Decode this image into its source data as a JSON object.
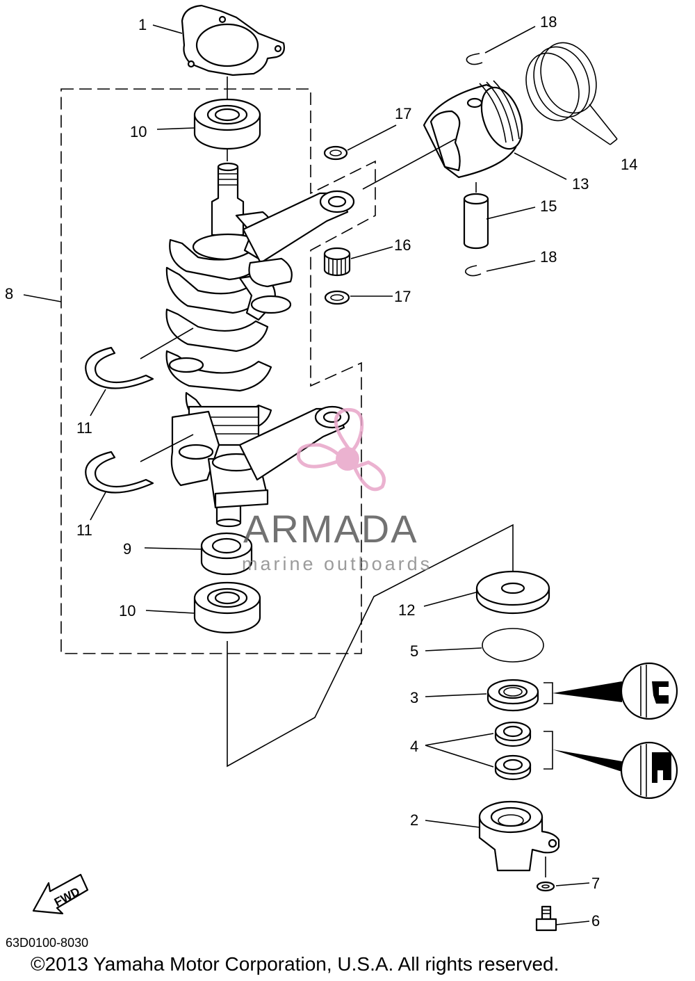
{
  "callouts": [
    {
      "id": "c1",
      "number": "1"
    },
    {
      "id": "c10a",
      "number": "10"
    },
    {
      "id": "c8",
      "number": "8"
    },
    {
      "id": "c11a",
      "number": "11"
    },
    {
      "id": "c11b",
      "number": "11"
    },
    {
      "id": "c9",
      "number": "9"
    },
    {
      "id": "c10b",
      "number": "10"
    },
    {
      "id": "c17a",
      "number": "17"
    },
    {
      "id": "c16",
      "number": "16"
    },
    {
      "id": "c17b",
      "number": "17"
    },
    {
      "id": "c18a",
      "number": "18"
    },
    {
      "id": "c13",
      "number": "13"
    },
    {
      "id": "c14",
      "number": "14"
    },
    {
      "id": "c15",
      "number": "15"
    },
    {
      "id": "c18b",
      "number": "18"
    },
    {
      "id": "c12",
      "number": "12"
    },
    {
      "id": "c5",
      "number": "5"
    },
    {
      "id": "c3",
      "number": "3"
    },
    {
      "id": "c4",
      "number": "4"
    },
    {
      "id": "c2",
      "number": "2"
    },
    {
      "id": "c7",
      "number": "7"
    },
    {
      "id": "c6",
      "number": "6"
    }
  ],
  "direction_label": "FWD",
  "diagram_code": "63D0100-8030",
  "copyright": "©2013 Yamaha Motor Corporation, U.S.A. All rights reserved.",
  "watermark": {
    "brand": "ARMADA",
    "tagline": "marine outboards",
    "color": "#e8a5c8"
  },
  "colors": {
    "line": "#000000",
    "background": "#ffffff"
  }
}
